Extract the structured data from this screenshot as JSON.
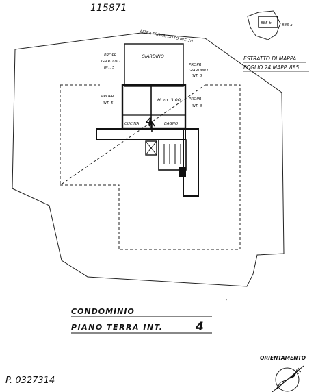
{
  "header": {
    "top_scribble": "115871"
  },
  "plan_labels": {
    "boundary_note": "ALTRA PROPR. DITTO INT. 10",
    "garden": "GIARDINO",
    "owner_garden_left_line1": "PROPR.",
    "owner_garden_left_line2": "GIARDINO",
    "owner_garden_left_line3": "INT. 5",
    "owner_garden_right_line1": "PROPR.",
    "owner_garden_right_line2": "GIARDINO",
    "owner_garden_right_line3": "INT. 3",
    "owner_left_line1": "PROPR.",
    "owner_left_line2": "INT. 5",
    "owner_right_line1": "PROPR.",
    "owner_right_line2": "INT. 3",
    "height": "H. m. 3.00",
    "unit_number": "4",
    "kitchen": "CUCINA",
    "bathroom": "BAGNO"
  },
  "map_extract": {
    "title": "ESTRATTO DI MAPPA",
    "sheet_parcel": "FOGLIO 24  MAPP. 885",
    "parcel_box": "885 b",
    "parcel_side": "886 a"
  },
  "title_block": {
    "building": "CONDOMINIO",
    "floor": "PIANO TERRA INT.",
    "floor_unit": "4"
  },
  "orientation": {
    "label": "ORIENTAMENTO",
    "north": "N"
  },
  "footer": {
    "ref_number": "P. 0327314"
  }
}
